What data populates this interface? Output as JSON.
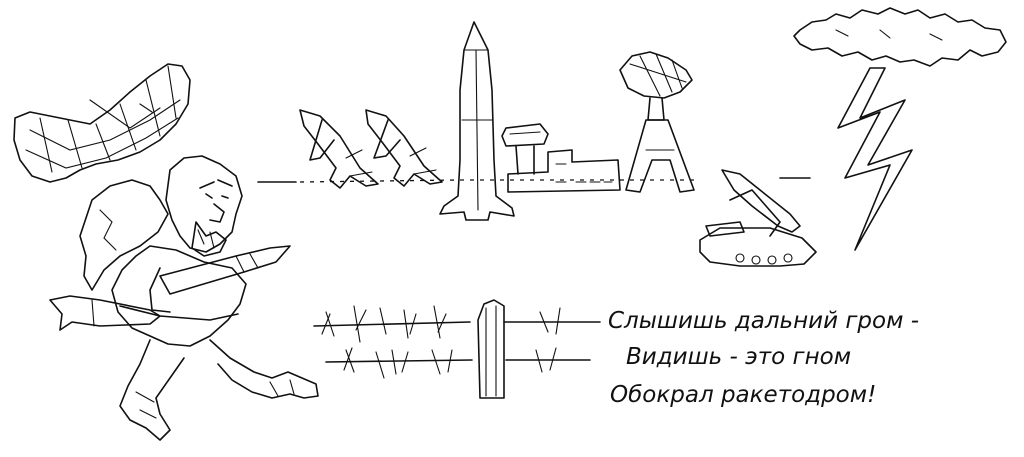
{
  "poem": {
    "line1": "Слышишь дальний гром -",
    "line2": "Видишь -  это гном",
    "line3": "Обокрал ракетодром!"
  },
  "colors": {
    "ink": "#111111",
    "paper": "#ffffff"
  }
}
